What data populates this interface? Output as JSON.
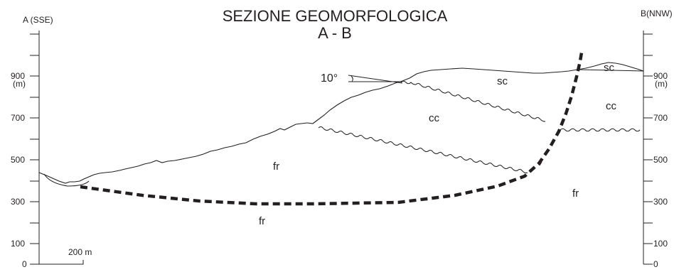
{
  "diagram": {
    "title_line1": "SEZIONE GEOMORFOLOGICA",
    "title_line2": "A - B",
    "left_header": "A (SSE)",
    "right_header": "B(NNW)",
    "left_axis": {
      "ticks": [
        "0",
        "100",
        "300",
        "500",
        "700",
        "900"
      ],
      "unit": "(m)"
    },
    "right_axis": {
      "ticks": [
        "0",
        "100",
        "300",
        "500",
        "700",
        "900"
      ],
      "unit": "(m)"
    },
    "units": {
      "sc_main": "sc",
      "sc_right": "sc",
      "cc_main": "cc",
      "cc_right": "cc",
      "fr_upper": "fr",
      "fr_right": "fr",
      "fr_lower": "fr"
    },
    "dip_angle": "10°",
    "scale_bar": "200 m",
    "colors": {
      "line": "#231f20",
      "background": "#ffffff"
    }
  }
}
